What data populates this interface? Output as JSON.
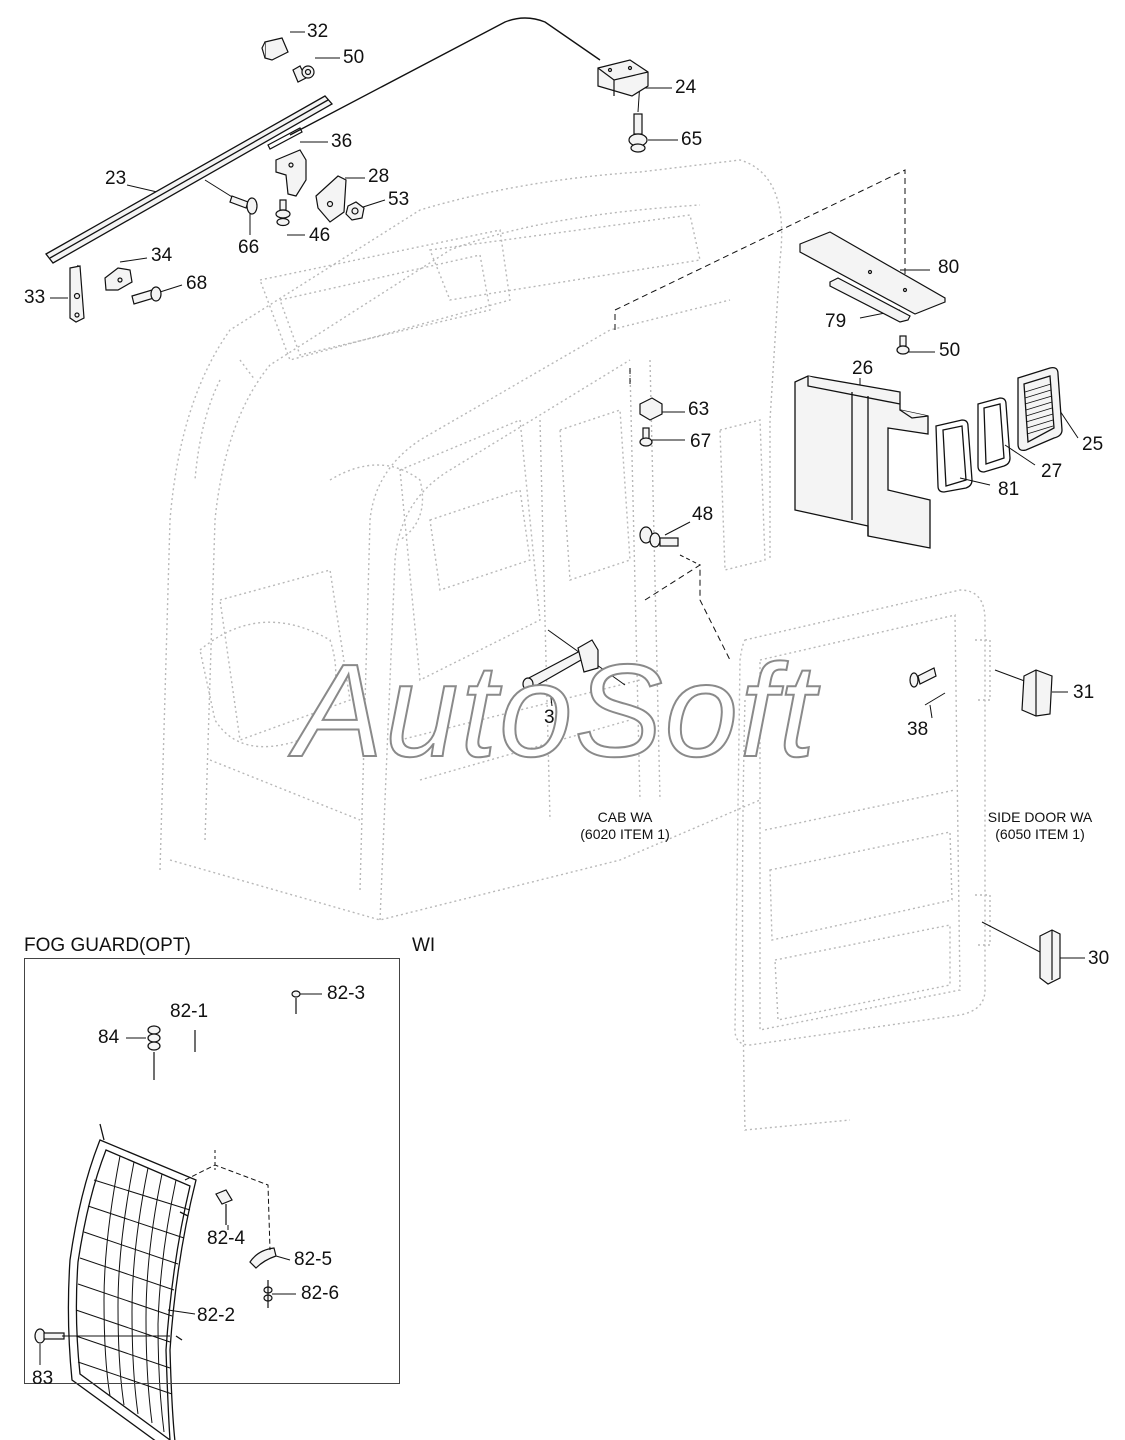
{
  "watermark": "AutoSoft",
  "captions": {
    "cab_line1": "CAB WA",
    "cab_line2": "(6020 ITEM 1)",
    "door_line1": "SIDE DOOR WA",
    "door_line2": "(6050 ITEM 1)"
  },
  "section": {
    "fog_guard_title": "FOG GUARD(OPT)",
    "wi_label": "WI"
  },
  "callouts": [
    {
      "id": "p32",
      "text": "32"
    },
    {
      "id": "p50a",
      "text": "50"
    },
    {
      "id": "p24",
      "text": "24"
    },
    {
      "id": "p65",
      "text": "65"
    },
    {
      "id": "p36",
      "text": "36"
    },
    {
      "id": "p23",
      "text": "23"
    },
    {
      "id": "p28",
      "text": "28"
    },
    {
      "id": "p53",
      "text": "53"
    },
    {
      "id": "p66",
      "text": "66"
    },
    {
      "id": "p46",
      "text": "46"
    },
    {
      "id": "p34",
      "text": "34"
    },
    {
      "id": "p68",
      "text": "68"
    },
    {
      "id": "p33",
      "text": "33"
    },
    {
      "id": "p80",
      "text": "80"
    },
    {
      "id": "p79",
      "text": "79"
    },
    {
      "id": "p50b",
      "text": "50"
    },
    {
      "id": "p26",
      "text": "26"
    },
    {
      "id": "p63",
      "text": "63"
    },
    {
      "id": "p67",
      "text": "67"
    },
    {
      "id": "p25",
      "text": "25"
    },
    {
      "id": "p27",
      "text": "27"
    },
    {
      "id": "p81",
      "text": "81"
    },
    {
      "id": "p48",
      "text": "48"
    },
    {
      "id": "p31",
      "text": "31"
    },
    {
      "id": "p3",
      "text": "3"
    },
    {
      "id": "p38",
      "text": "38"
    },
    {
      "id": "p30",
      "text": "30"
    },
    {
      "id": "p82_3",
      "text": "82-3"
    },
    {
      "id": "p82_1",
      "text": "82-1"
    },
    {
      "id": "p84",
      "text": "84"
    },
    {
      "id": "p82_4",
      "text": "82-4"
    },
    {
      "id": "p82_5",
      "text": "82-5"
    },
    {
      "id": "p82_6",
      "text": "82-6"
    },
    {
      "id": "p82_2",
      "text": "82-2"
    },
    {
      "id": "p83",
      "text": "83"
    }
  ],
  "colors": {
    "ink": "#111111",
    "ghost": "#b8b8b8",
    "part_fill": "#f4f4f4",
    "watermark_stroke": "#8a8a8a"
  }
}
